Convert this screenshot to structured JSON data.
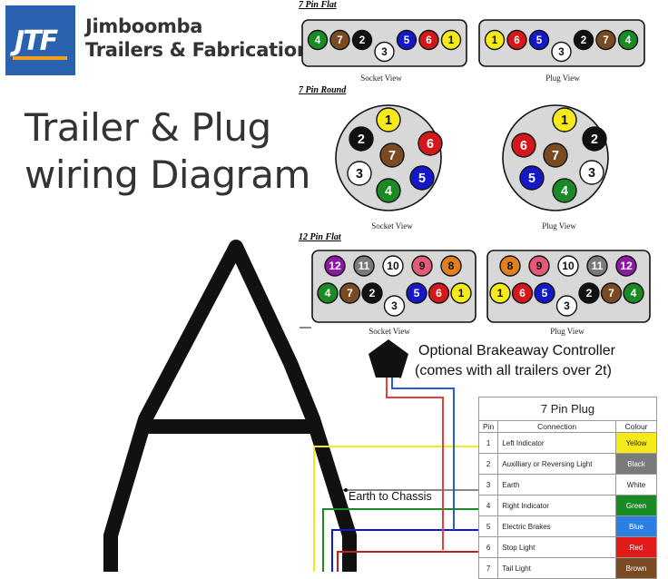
{
  "header": {
    "logo_text": "JTF",
    "brand_line1": "Jimboomba",
    "brand_line2": "Trailers & Fabrication",
    "title_line1": "Trailer & Plug",
    "title_line2": "wiring Diagram"
  },
  "sections": {
    "flat7": "7 Pin Flat",
    "round7": "7 Pin Round",
    "flat12": "12 Pin Flat"
  },
  "captions": {
    "socket_view": "Socket View",
    "plug_view": "Plug View"
  },
  "colors": {
    "1": "#f6ea1a",
    "2": "#111111",
    "3": "#ffffff",
    "4": "#1a8a24",
    "5": "#1418c8",
    "6": "#d4171b",
    "7": "#7a4a22",
    "8": "#e07e20",
    "9": "#e45a76",
    "10": "#ffffff",
    "11": "#7a7a7a",
    "12": "#8f16a6",
    "accent_blue": "#2a62b0"
  },
  "pins": {
    "flat7_socket": [
      "4",
      "7",
      "2",
      "3",
      "5",
      "6",
      "1"
    ],
    "flat7_plug": [
      "1",
      "6",
      "5",
      "3",
      "2",
      "7",
      "4"
    ],
    "flat12_socket_top": [
      "12",
      "11",
      "10",
      "9",
      "8"
    ],
    "flat12_socket_bottom": [
      "4",
      "7",
      "2",
      "3",
      "5",
      "6",
      "1"
    ],
    "flat12_plug_top": [
      "8",
      "9",
      "10",
      "11",
      "12"
    ],
    "flat12_plug_bottom": [
      "1",
      "6",
      "5",
      "3",
      "2",
      "7",
      "4"
    ],
    "round7_socket": [
      "1",
      "2",
      "6",
      "7",
      "3",
      "5",
      "4"
    ],
    "round7_plug": [
      "1",
      "6",
      "2",
      "7",
      "5",
      "3",
      "4"
    ]
  },
  "labels": {
    "brakeaway_line1": "Optional Brakeaway Controller",
    "brakeaway_line2": "(comes with all trailers over 2t)",
    "earth_chassis": "Earth to Chassis"
  },
  "plug_table": {
    "title": "7 Pin Plug",
    "col_pin": "Pin",
    "col_connection": "Connection",
    "col_colour": "Colour",
    "rows": [
      {
        "pin": "1",
        "connection": "Left Indicator",
        "colour": "Yellow",
        "bg": "#f6ea1a",
        "fg": "#222222"
      },
      {
        "pin": "2",
        "connection": "Auxilliary or Reversing Light",
        "colour": "Black",
        "bg": "#7a7a7a",
        "fg": "#ffffff"
      },
      {
        "pin": "3",
        "connection": "Earth",
        "colour": "White",
        "bg": "#ffffff",
        "fg": "#222222"
      },
      {
        "pin": "4",
        "connection": "Right Indicator",
        "colour": "Green",
        "bg": "#1a8a24",
        "fg": "#ffffff"
      },
      {
        "pin": "5",
        "connection": "Electric Brakes",
        "colour": "Blue",
        "bg": "#2a7fe0",
        "fg": "#ffffff"
      },
      {
        "pin": "6",
        "connection": "Stop Light",
        "colour": "Red",
        "bg": "#e11a1a",
        "fg": "#ffffff"
      },
      {
        "pin": "7",
        "connection": "Tail Light",
        "colour": "Brown",
        "bg": "#7a4a22",
        "fg": "#ffffff"
      }
    ]
  }
}
